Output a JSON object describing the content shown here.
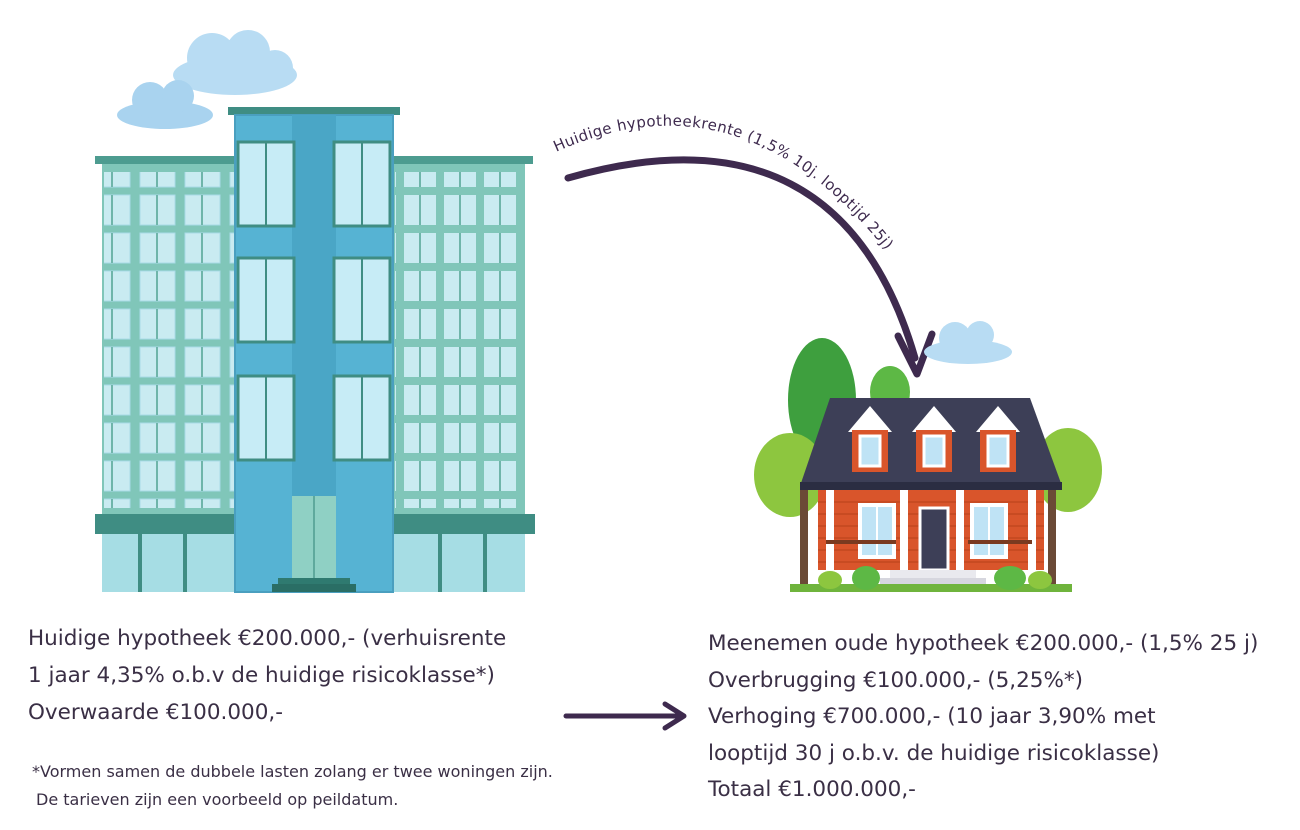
{
  "arc_label": "Huidige hypotheekrente  (1,5% 10j. looptijd 25j)",
  "left": {
    "line1": "Huidige hypotheek €200.000,- (verhuisrente",
    "line2": "1 jaar 4,35% o.b.v de huidige risicoklasse*)",
    "line3": "Overwaarde €100.000,-"
  },
  "right": {
    "line1": "Meenemen oude hypotheek €200.000,- (1,5% 25 j)",
    "line2": "Overbrugging €100.000,- (5,25%*)",
    "line3": "Verhoging  €700.000,-  (10 jaar 3,90% met",
    "line4": "looptijd 30 j o.b.v. de huidige risicoklasse)",
    "line5": "Totaal €1.000.000,-"
  },
  "footnote": {
    "line1": "*Vormen samen de dubbele lasten zolang er twee woningen zijn.",
    "line2": "De tarieven zijn een voorbeeld op peildatum."
  },
  "colors": {
    "text": "#3a2f45",
    "arrow": "#3e2a4e",
    "building_main": "#7cc3b6",
    "building_tower": "#55b2d2",
    "roof": "#3d3f57",
    "house_wall": "#d9552b",
    "tree": "#8dc63f",
    "cloud": "#b8dcf3"
  }
}
